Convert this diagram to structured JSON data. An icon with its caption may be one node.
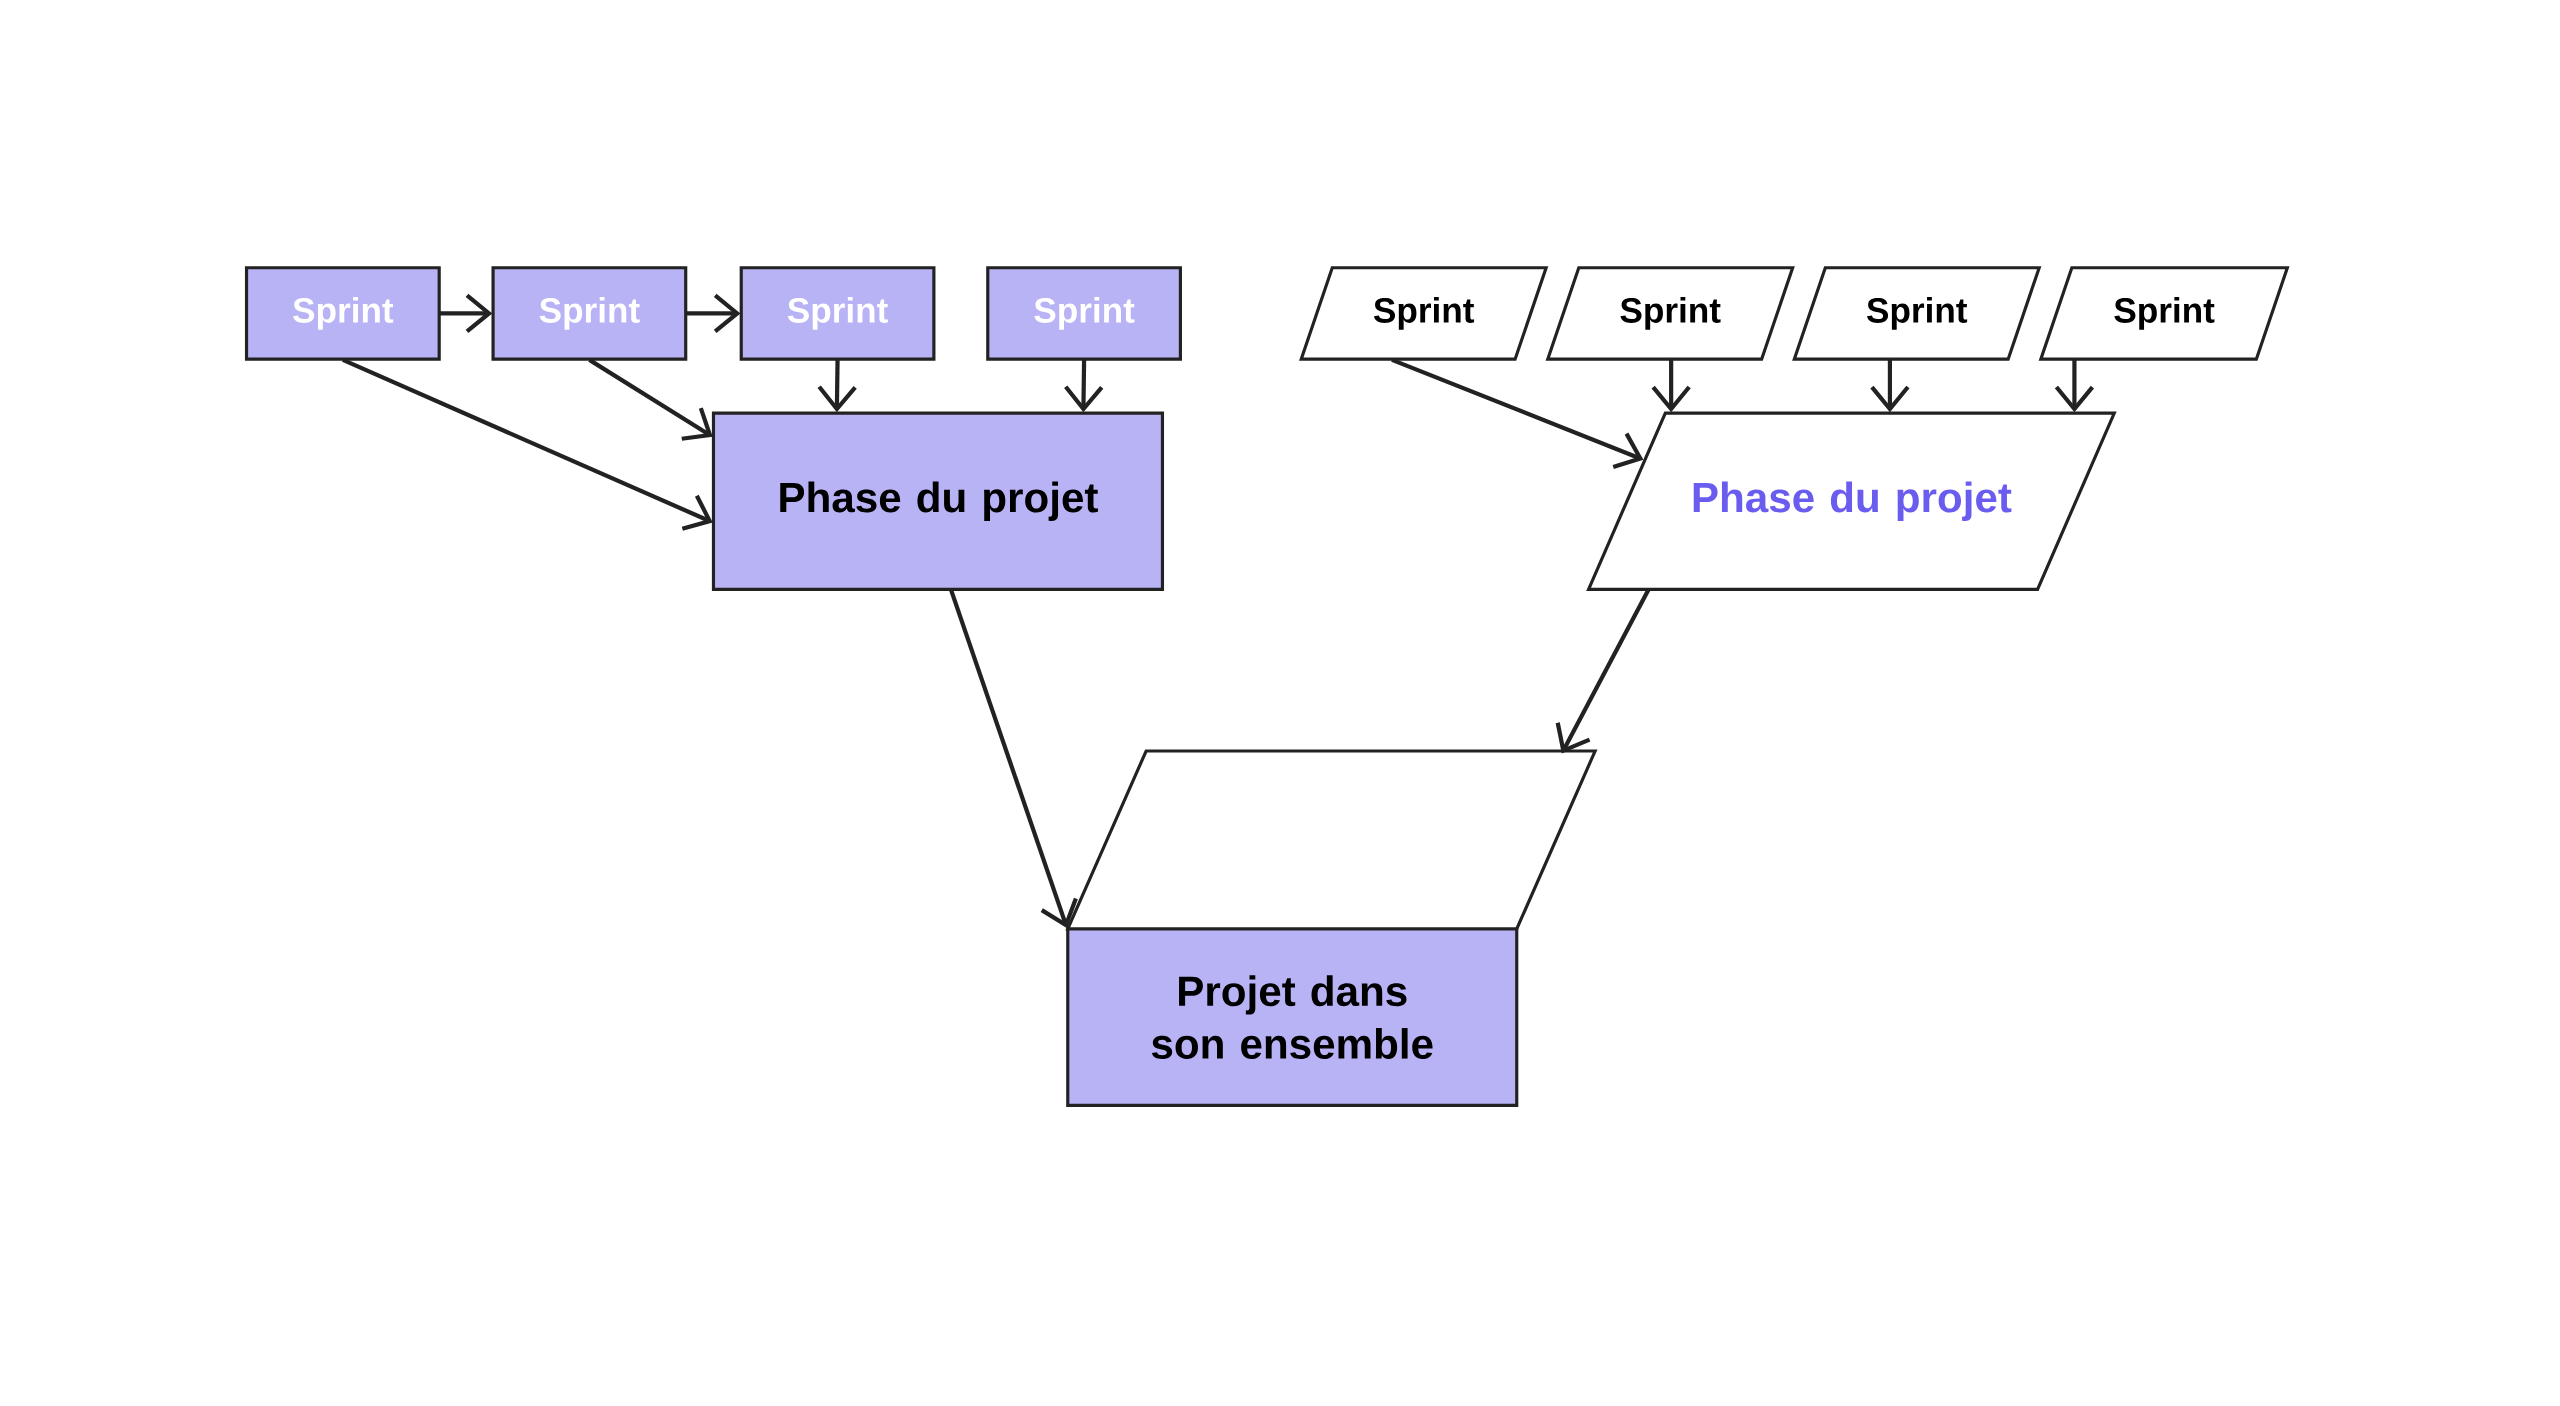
{
  "diagram": {
    "nodes": [
      {
        "text": [
          "Sprint"
        ]
      },
      {
        "text": [
          "Sprint"
        ]
      },
      {
        "text": [
          "Sprint"
        ]
      },
      {
        "text": [
          "Sprint"
        ]
      },
      {
        "text": [
          "Sprint"
        ]
      },
      {
        "text": [
          "Sprint"
        ]
      },
      {
        "text": [
          "Sprint"
        ]
      },
      {
        "text": [
          "Sprint"
        ]
      },
      {
        "text": [
          "Phase du projet"
        ]
      },
      {
        "text": [
          "Phase du projet"
        ]
      },
      {
        "text": [],
        "shape": "parallelogram"
      },
      {
        "text": [
          "Projet dans son ensemble"
        ]
      }
    ],
    "edges": [
      {
        "from": 0,
        "to": 1,
        "arrow": "to"
      },
      {
        "from": 1,
        "to": 2,
        "arrow": "to"
      },
      {
        "from": 0,
        "to": 8,
        "arrow": "to"
      },
      {
        "from": 1,
        "to": 8,
        "arrow": "to"
      },
      {
        "from": 2,
        "to": 8,
        "arrow": "to"
      },
      {
        "from": 3,
        "to": 8,
        "arrow": "to"
      },
      {
        "from": 4,
        "to": 9,
        "arrow": "to"
      },
      {
        "from": 5,
        "to": 9,
        "arrow": "to"
      },
      {
        "from": 6,
        "to": 9,
        "arrow": "to"
      },
      {
        "from": 7,
        "to": 9,
        "arrow": "to"
      },
      {
        "from": 8,
        "to": 11,
        "arrow": "to"
      },
      {
        "from": 9,
        "to": 10,
        "arrow": "to"
      }
    ]
  }
}
